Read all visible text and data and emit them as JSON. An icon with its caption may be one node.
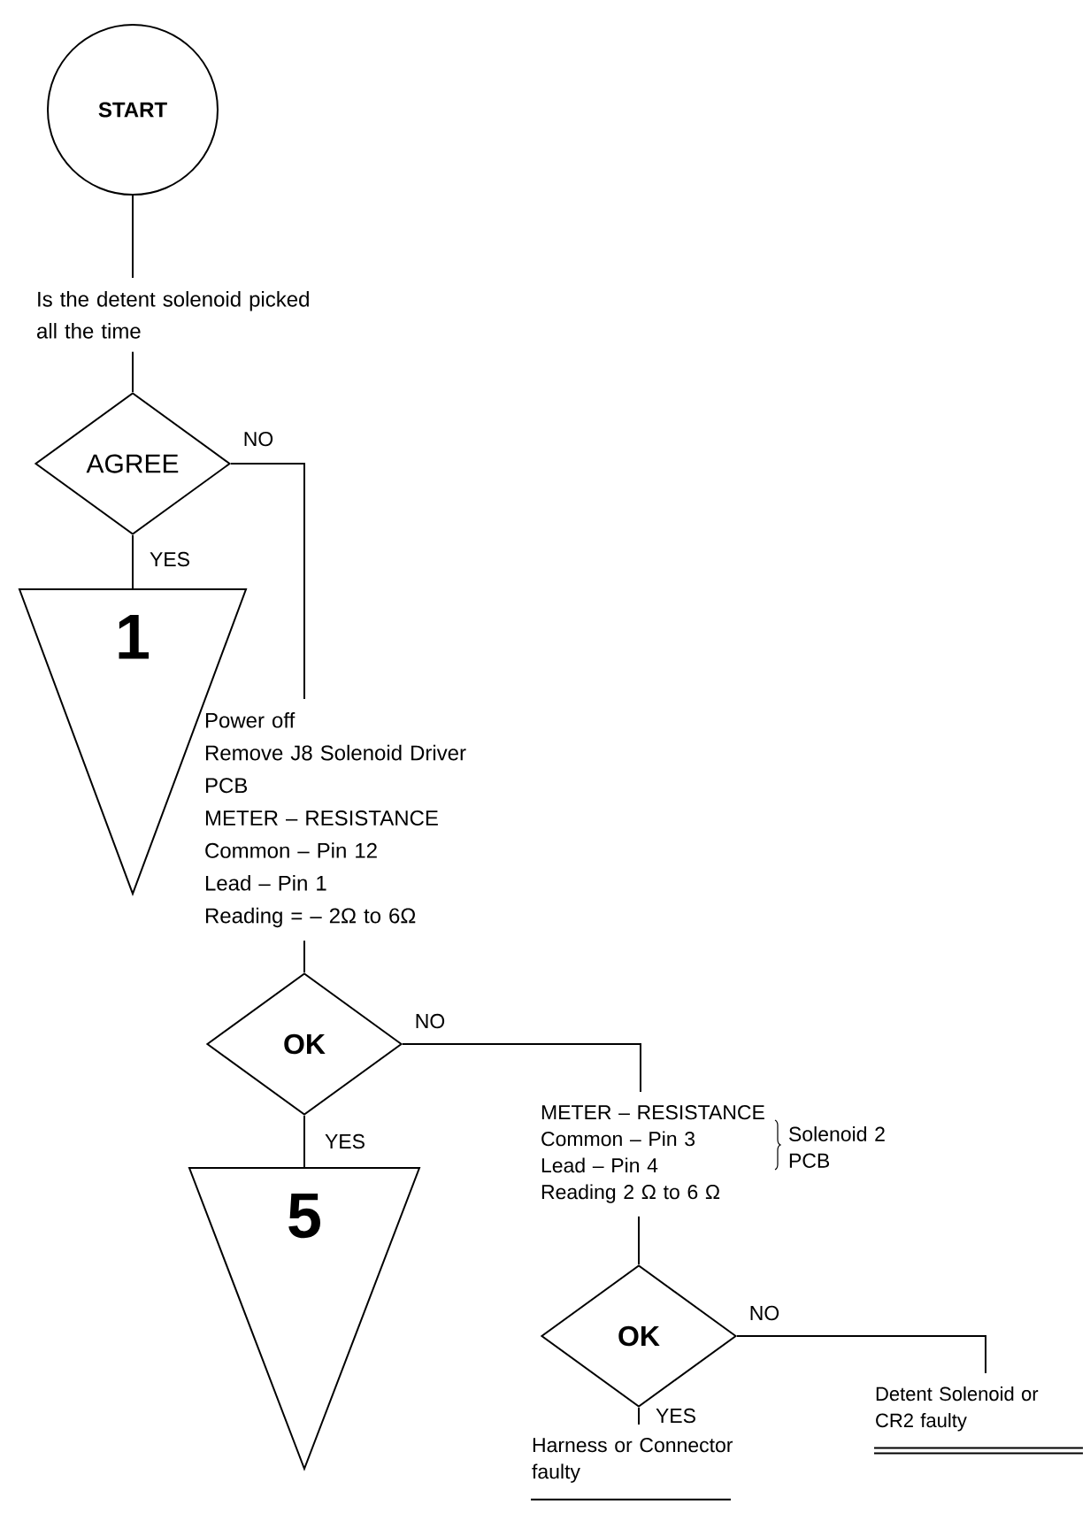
{
  "diagram": {
    "nodes": [
      {
        "text": [
          "START"
        ]
      },
      {
        "text": [
          "Is the detent solenoid picked all the time"
        ]
      },
      {
        "text": [
          "AGREE"
        ]
      },
      {
        "text": [
          "1"
        ]
      },
      {
        "text": [
          "Power off",
          "Remove J8 Solenoid Driver PCB",
          "METER – RESISTANCE",
          "Common – Pin 12",
          "Lead – Pin 1",
          "Reading = – 2Ω to 6Ω"
        ]
      },
      {
        "text": [
          "OK"
        ]
      },
      {
        "text": [
          "5"
        ]
      },
      {
        "text": [
          "METER – RESISTANCE",
          "Common – Pin 3",
          "Lead – Pin 4",
          "Reading 2 Ω to 6 Ω"
        ],
        "beside": [
          "Solenoid 2 PCB"
        ]
      },
      {
        "text": [
          "OK"
        ]
      },
      {
        "text": [
          "Harness or Connector faulty"
        ]
      },
      {
        "text": [
          "Detent Solenoid or CR2 faulty"
        ]
      }
    ],
    "edges": [
      {
        "from": 0,
        "to": 1,
        "arrow": "none"
      },
      {
        "from": 1,
        "to": 2,
        "arrow": "none"
      },
      {
        "from": 2,
        "to": 3,
        "arrow": "none",
        "label": "YES"
      },
      {
        "from": 2,
        "to": 4,
        "arrow": "none",
        "label": "NO"
      },
      {
        "from": 4,
        "to": 5,
        "arrow": "none"
      },
      {
        "from": 5,
        "to": 6,
        "arrow": "none",
        "label": "YES"
      },
      {
        "from": 5,
        "to": 7,
        "arrow": "none",
        "label": "NO"
      },
      {
        "from": 7,
        "to": 8,
        "arrow": "none"
      },
      {
        "from": 8,
        "to": 9,
        "arrow": "none",
        "label": "YES"
      },
      {
        "from": 8,
        "to": 10,
        "arrow": "none",
        "label": "NO"
      }
    ]
  }
}
